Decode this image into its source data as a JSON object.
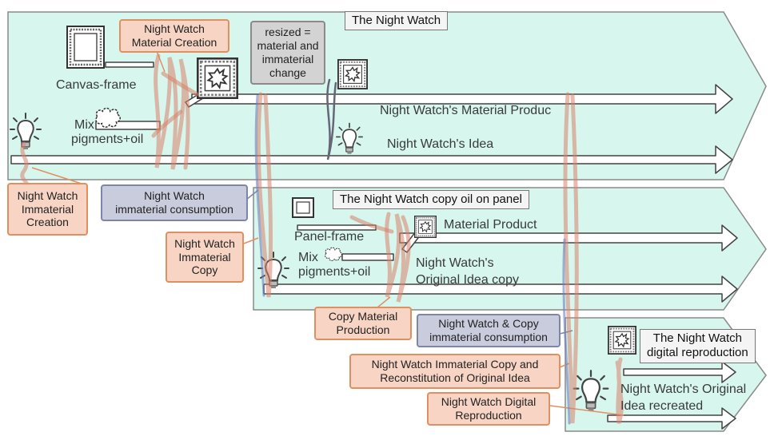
{
  "titles": {
    "main": "The Night Watch",
    "copy": "The Night Watch copy oil on panel",
    "digital_line1": "The Night Watch",
    "digital_line2": "digital reproduction"
  },
  "labels": {
    "canvas_frame": "Canvas-frame",
    "mix1_line1": "Mix",
    "mix1_line2": "pigments+oil",
    "material_product_1": "Night Watch's Material Produc",
    "idea_1": "Night Watch's Idea",
    "panel_frame": "Panel-frame",
    "mix2_line1": "Mix",
    "mix2_line2": "pigments+oil",
    "material_product_2": "Material Product",
    "orig_copy_line1": "Night Watch's",
    "orig_copy_line2": "Original Idea copy",
    "recreated_line1": "Night Watch's Original",
    "recreated_line2": "Idea recreated"
  },
  "callouts": {
    "material_creation_line1": "Night Watch",
    "material_creation_line2": "Material Creation",
    "resized_line1": "resized =",
    "resized_line2": "material and",
    "resized_line3": "immaterial",
    "resized_line4": "change",
    "immaterial_creation_line1": "Night Watch",
    "immaterial_creation_line2": "Immaterial",
    "immaterial_creation_line3": "Creation",
    "immaterial_consumption_line1": "Night Watch",
    "immaterial_consumption_line2": "immaterial consumption",
    "immaterial_copy_line1": "Night Watch",
    "immaterial_copy_line2": "Immaterial",
    "immaterial_copy_line3": "Copy",
    "copy_material_line1": "Copy Material",
    "copy_material_line2": "Production",
    "copy_consumption_line1": "Night Watch & Copy",
    "copy_consumption_line2": "immaterial consumption",
    "reconstitution_line1": "Night Watch Immaterial Copy and",
    "reconstitution_line2": "Reconstitution of Original Idea",
    "digital_line1": "Night Watch Digital",
    "digital_line2": "Reproduction"
  },
  "icons": [
    "frame-icon",
    "sun-canvas-icon",
    "lightbulb-icon",
    "pigment-blob-icon"
  ],
  "colors": {
    "band_fill": "#d7f6ee",
    "band_stroke": "#8a8a8a",
    "orange_stroke": "#e09060",
    "orange_fill": "#f7d4c4",
    "blue_stroke": "#7d86a8",
    "blue_fill": "#c9ccdd",
    "scribble_orange": "#d9826a",
    "scribble_blue": "#6f80c0"
  }
}
